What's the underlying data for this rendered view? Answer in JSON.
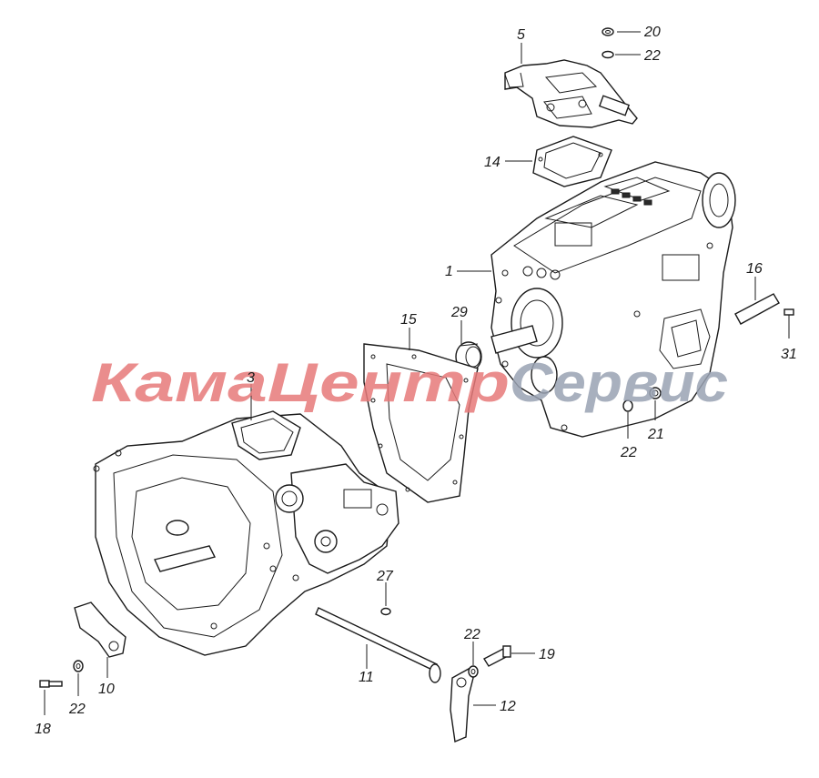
{
  "watermark": {
    "part1": "КамаЦентр",
    "part2": "Сервис"
  },
  "callouts": {
    "c1": "1",
    "c3": "3",
    "c5": "5",
    "c10": "10",
    "c11": "11",
    "c12": "12",
    "c14": "14",
    "c15": "15",
    "c16": "16",
    "c18": "18",
    "c19": "19",
    "c20": "20",
    "c21": "21",
    "c22a": "22",
    "c22b": "22",
    "c22c": "22",
    "c22d": "22",
    "c27": "27",
    "c29": "29",
    "c31": "31"
  },
  "colors": {
    "watermark_red": "#e77a7a",
    "watermark_gray": "#9aa3b3",
    "ink": "#1a1a1a"
  }
}
